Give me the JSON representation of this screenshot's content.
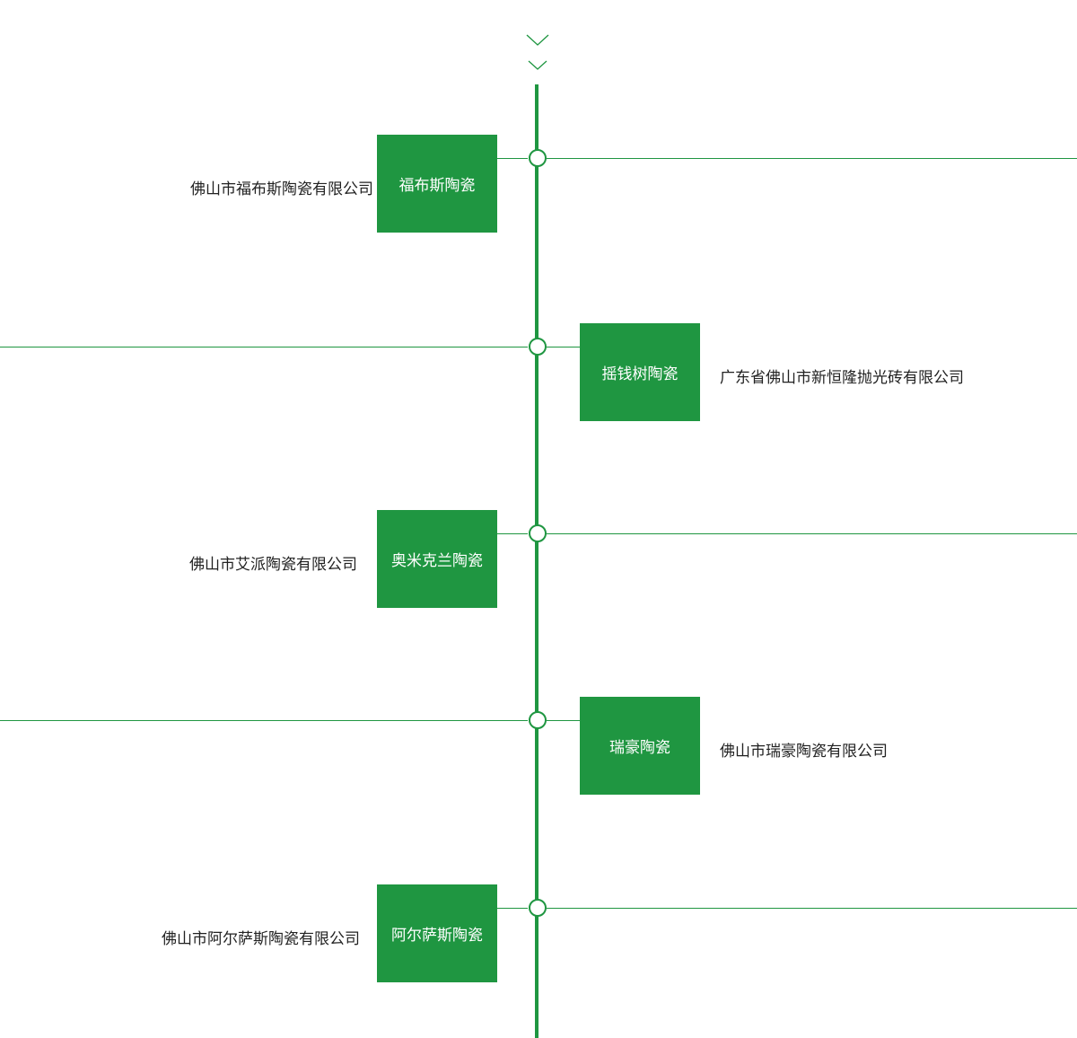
{
  "colors": {
    "accent": "#1f9641",
    "text": "#222222",
    "box_text": "#ffffff"
  },
  "icons": {
    "top": "chevron-down-icon"
  },
  "timeline": [
    {
      "brand": "福布斯陶瓷",
      "company": "佛山市福布斯陶瓷有限公司",
      "side": "left"
    },
    {
      "brand": "摇钱树陶瓷",
      "company": "广东省佛山市新恒隆抛光砖有限公司",
      "side": "right"
    },
    {
      "brand": "奥米克兰陶瓷",
      "company": "佛山市艾派陶瓷有限公司",
      "side": "left"
    },
    {
      "brand": "瑞豪陶瓷",
      "company": "佛山市瑞豪陶瓷有限公司",
      "side": "right"
    },
    {
      "brand": "阿尔萨斯陶瓷",
      "company": "佛山市阿尔萨斯陶瓷有限公司",
      "side": "left"
    }
  ]
}
